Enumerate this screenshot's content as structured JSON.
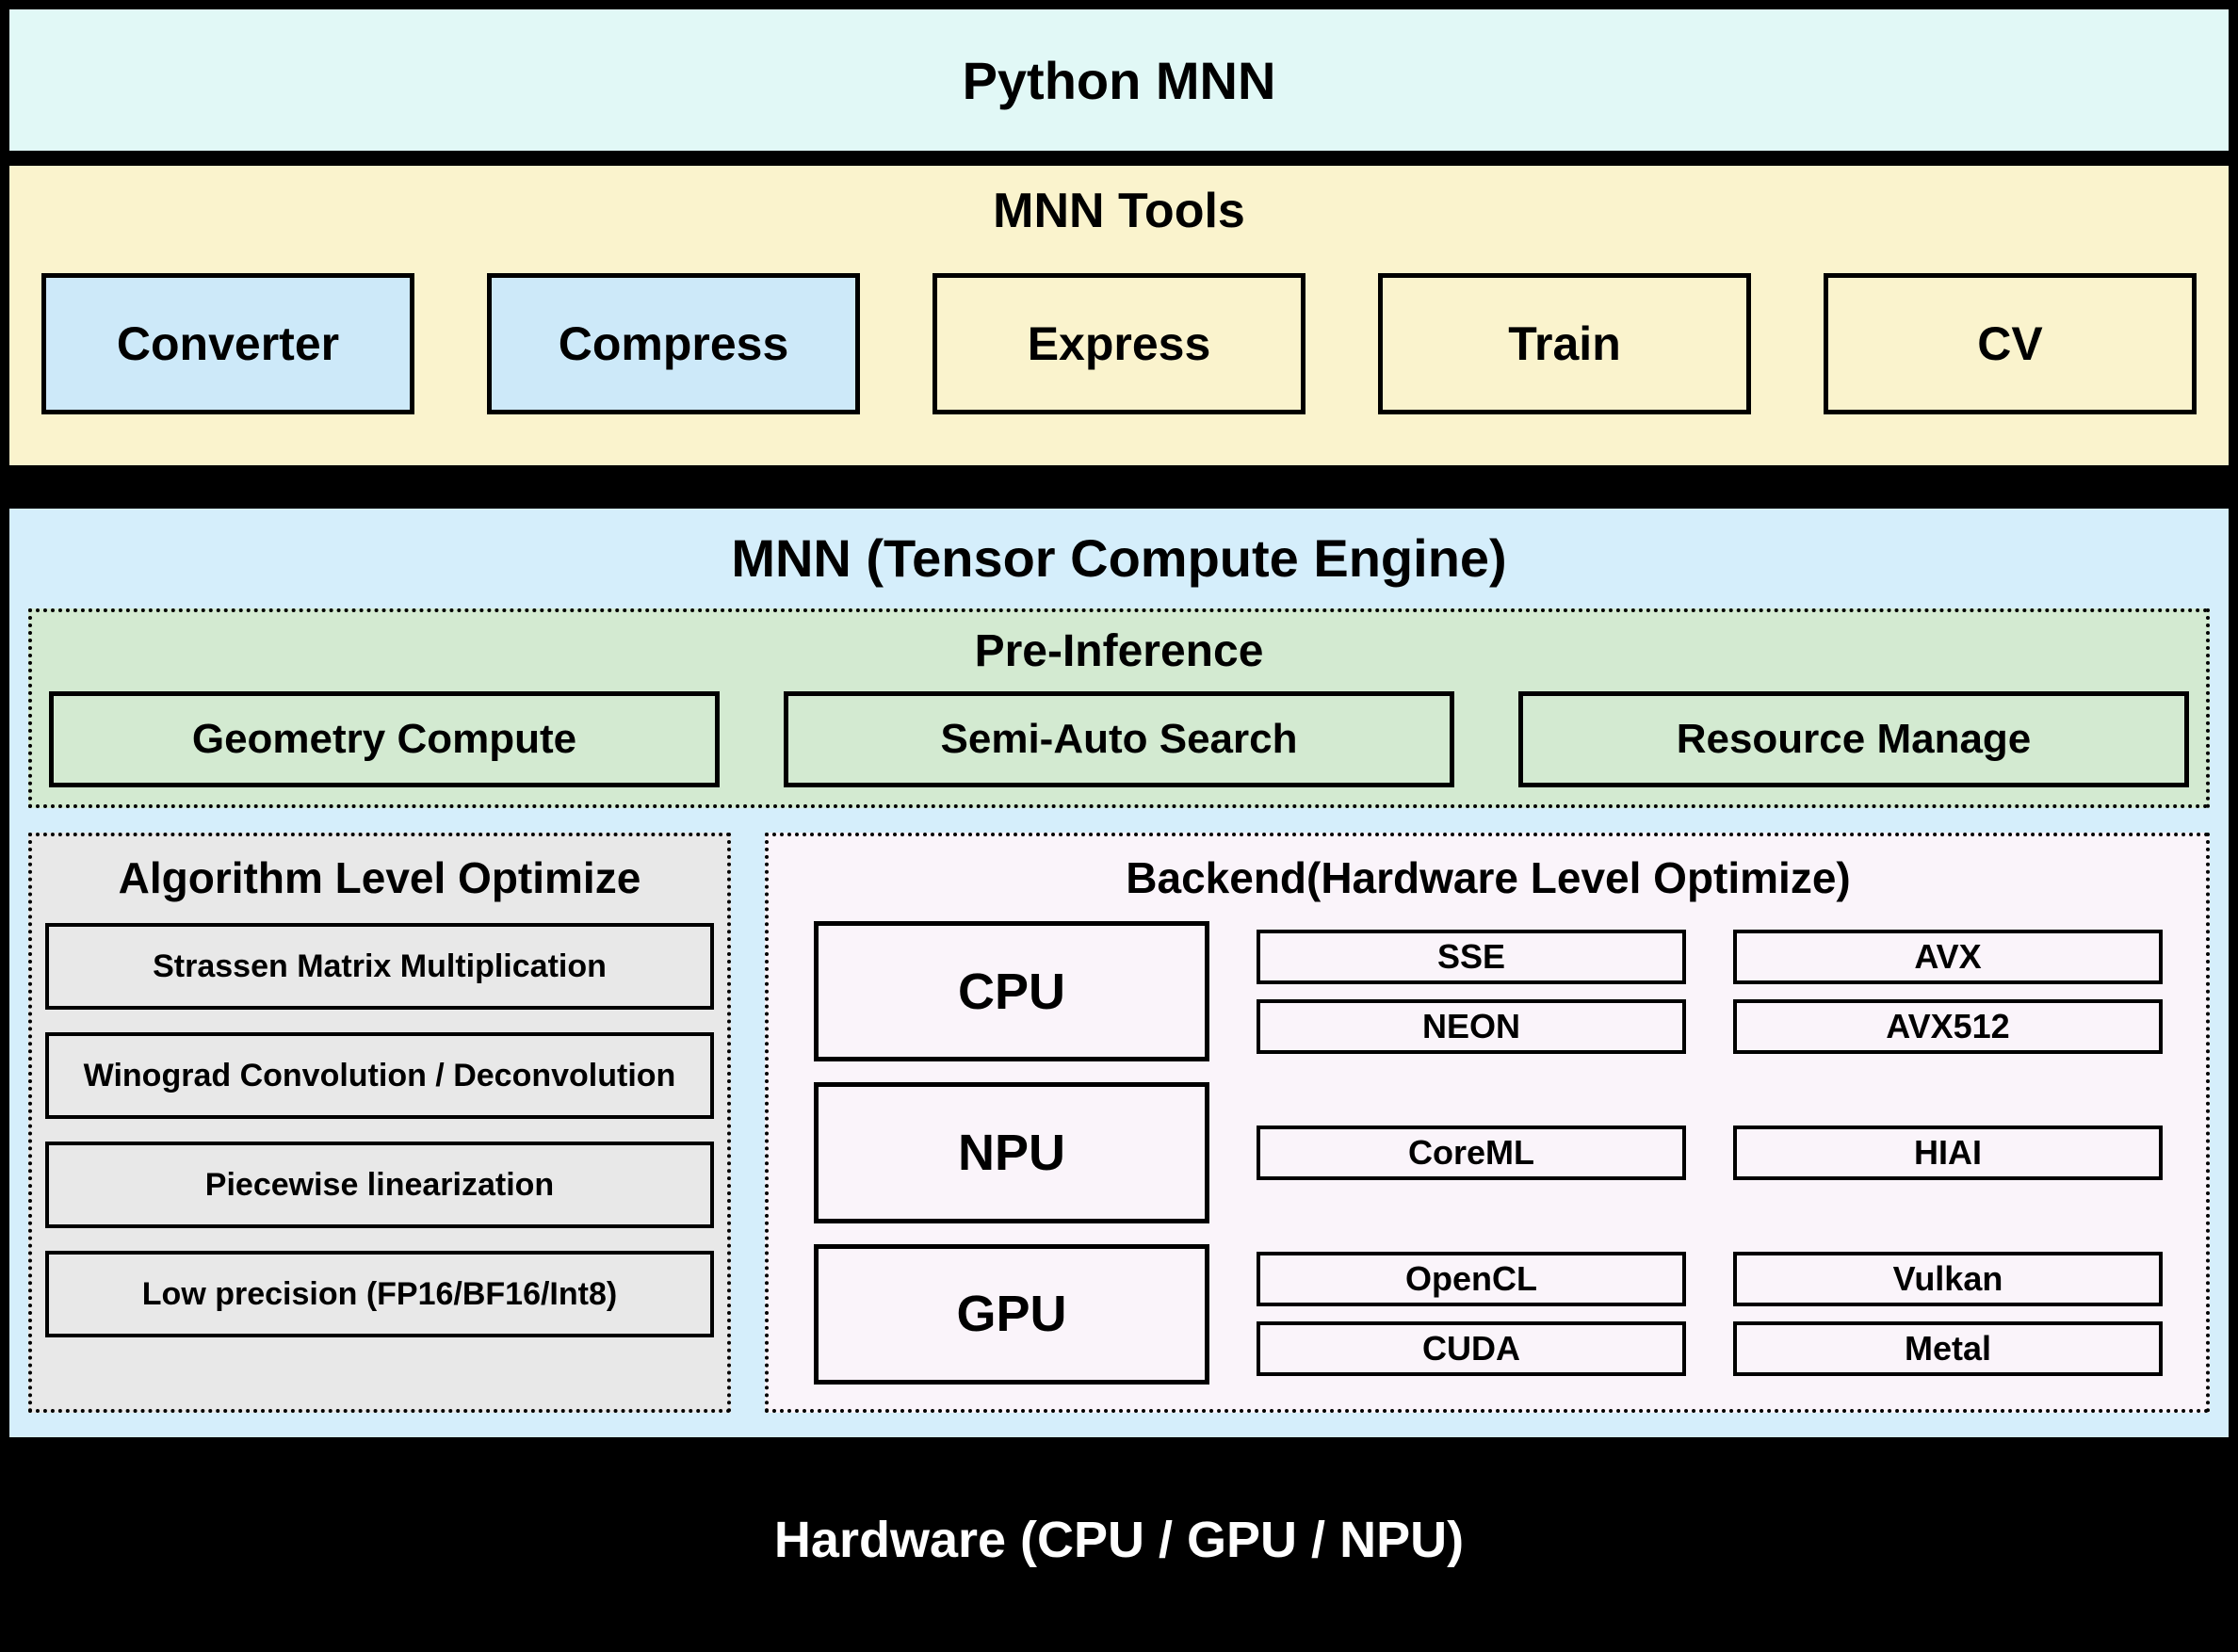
{
  "header": {
    "title": "Python MNN"
  },
  "tools": {
    "title": "MNN Tools",
    "items": [
      {
        "label": "Converter",
        "variant": "blue"
      },
      {
        "label": "Compress",
        "variant": "blue"
      },
      {
        "label": "Express",
        "variant": "yellow"
      },
      {
        "label": "Train",
        "variant": "yellow"
      },
      {
        "label": "CV",
        "variant": "yellow"
      }
    ]
  },
  "engine": {
    "title": "MNN (Tensor Compute Engine)",
    "pre_inference": {
      "title": "Pre-Inference",
      "items": [
        "Geometry Compute",
        "Semi-Auto Search",
        "Resource Manage"
      ]
    },
    "algorithm": {
      "title": "Algorithm Level Optimize",
      "items": [
        "Strassen Matrix Multiplication",
        "Winograd Convolution / Deconvolution",
        "Piecewise linearization",
        "Low precision (FP16/BF16/Int8)"
      ]
    },
    "backend": {
      "title": "Backend(Hardware Level Optimize)",
      "rows": [
        {
          "device": "CPU",
          "accelerators": [
            [
              "SSE",
              "AVX"
            ],
            [
              "NEON",
              "AVX512"
            ]
          ]
        },
        {
          "device": "NPU",
          "accelerators": [
            [
              "CoreML",
              "HIAI"
            ]
          ]
        },
        {
          "device": "GPU",
          "accelerators": [
            [
              "OpenCL",
              "Vulkan"
            ],
            [
              "CUDA",
              "Metal"
            ]
          ]
        }
      ]
    }
  },
  "hardware": {
    "title": "Hardware (CPU / GPU / NPU)"
  },
  "colors": {
    "page_bg": "#000000",
    "python_band_bg": "#E1F8F6",
    "tools_band_bg": "#FAF3CD",
    "tool_box_blue_bg": "#CDE9F9",
    "engine_band_bg": "#D5EEFB",
    "pre_inference_bg": "#D3EAD1",
    "algorithm_bg": "#E8E8E8",
    "backend_bg": "#FAF4FA",
    "hardware_text": "#FFFFFF"
  }
}
